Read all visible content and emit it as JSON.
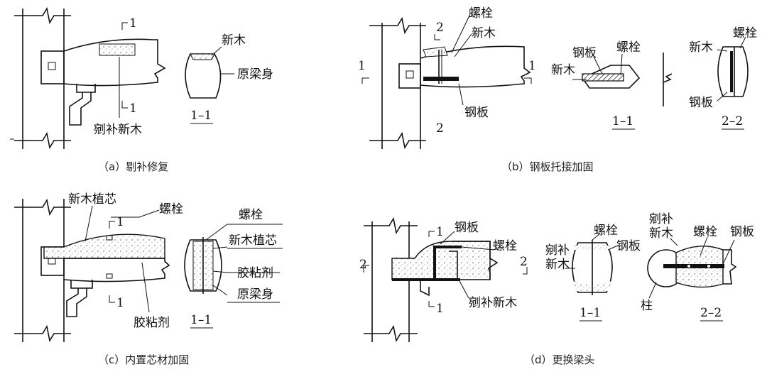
{
  "panel_a": {
    "caption": "（a）剔补修复",
    "label_new_wood": "新木",
    "label_orig_beam": "原梁身",
    "label_patch": "剜补新木",
    "section_label": "1–1",
    "cut_mark": "1"
  },
  "panel_b": {
    "caption": "（b）钢板托接加固",
    "label_bolt": "螺栓",
    "label_new_wood": "新木",
    "label_steel_plate": "钢板",
    "section_1": "1–1",
    "section_2": "2–2",
    "cut_mark_1": "1",
    "cut_mark_2": "2"
  },
  "panel_c": {
    "caption": "（c）内置芯材加固",
    "label_core": "新木植芯",
    "label_bolt": "螺栓",
    "label_glue": "胶粘剂",
    "label_orig_beam": "原梁身",
    "section_label": "1–1",
    "cut_mark": "1"
  },
  "panel_d": {
    "caption": "（d）更换梁头",
    "label_steel_plate": "钢板",
    "label_bolt": "螺栓",
    "label_patch_1": "剜补",
    "label_patch_2": "新木",
    "label_patch_full": "剜补新木",
    "label_column": "柱",
    "section_1": "1–1",
    "section_2": "2–2",
    "cut_mark_1": "1",
    "cut_mark_2": "2"
  }
}
